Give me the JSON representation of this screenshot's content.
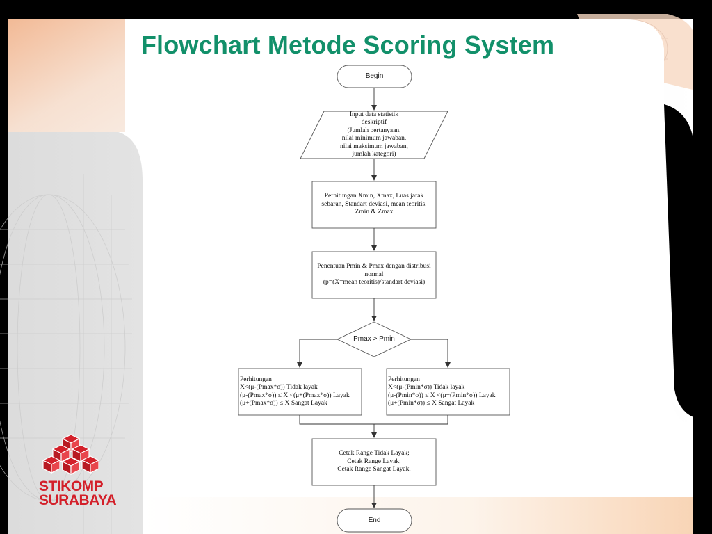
{
  "slide": {
    "title": "Flowchart Metode Scoring System"
  },
  "flowchart": {
    "begin": "Begin",
    "input": "Input data statistik\ndeskriptif\n(Jumlah pertanyaan,\nnilai minimum jawaban,\nnilai maksimum jawaban,\njumlah kategori)",
    "calc": "Perhitungan Xmin, Xmax, Luas jarak\nsebaran, Standart deviasi, mean teoritis,\nZmin & Zmax",
    "determine": "Penentuan Pmin & Pmax dengan distribusi\nnormal\n(p=(X=mean teoritis)/standart deviasi)",
    "decision": "Pmax > Pmin",
    "left_branch": "            Perhitungan\nX<(μ-(Pmax*σ)) Tidak layak\n(μ-(Pmax*σ)) ≤ X <(μ+(Pmax*σ)) Layak\n(μ+(Pmax*σ)) ≤ X Sangat Layak",
    "right_branch": "            Perhitungan\nX<(μ-(Pmin*σ)) Tidak layak\n(μ-(Pmin*σ)) ≤ X <(μ+(Pmin*σ)) Layak\n(μ+(Pmin*σ)) ≤ X Sangat Layak",
    "print": "Cetak Range Tidak Layak;\nCetak Range Layak;\nCetak Range Sangat Layak.",
    "end": "End"
  },
  "logo": {
    "line1": "STIKOMP",
    "line2": "SURABAYA"
  },
  "colors": {
    "title": "#12906a",
    "logo": "#d3202a"
  }
}
